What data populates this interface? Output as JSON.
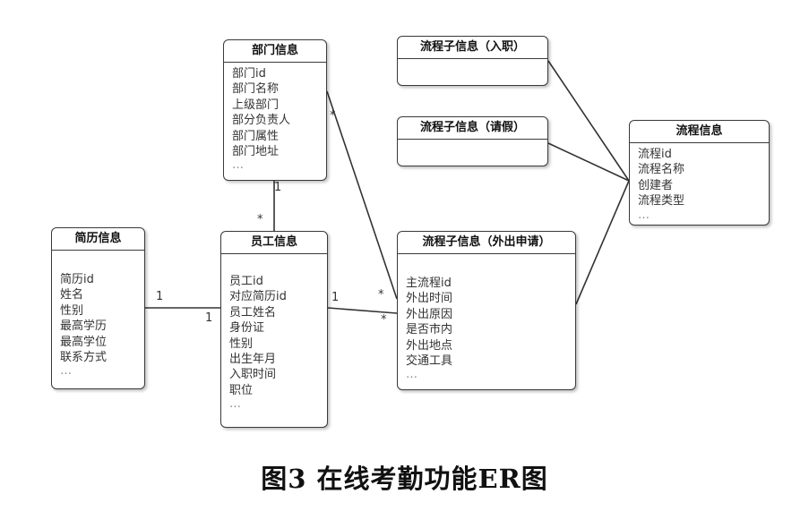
{
  "entities": {
    "dept": {
      "title": "部门信息",
      "attributes": [
        "部门id",
        "部门名称",
        "上级部门",
        "部分负责人",
        "部门属性",
        "部门地址",
        "…"
      ]
    },
    "resume": {
      "title": "简历信息",
      "attributes": [
        "简历id",
        "姓名",
        "性别",
        "最高学历",
        "最高学位",
        "联系方式",
        "…"
      ]
    },
    "employee": {
      "title": "员工信息",
      "attributes": [
        "员工id",
        "对应简历id",
        "员工姓名",
        "身份证",
        "性别",
        "出生年月",
        "入职时间",
        "职位",
        "…"
      ]
    },
    "sub_entry": {
      "title": "流程子信息（入职）",
      "attributes": []
    },
    "sub_leave": {
      "title": "流程子信息（请假）",
      "attributes": []
    },
    "sub_out": {
      "title": "流程子信息（外出申请）",
      "attributes": [
        "主流程id",
        "外出时间",
        "外出原因",
        "是否市内",
        "外出地点",
        "交通工具",
        "…"
      ]
    },
    "process": {
      "title": "流程信息",
      "attributes": [
        "流程id",
        "流程名称",
        "创建者",
        "流程类型",
        "…"
      ]
    }
  },
  "multiplicities": {
    "dept_emp_dept_end": "1",
    "dept_emp_emp_end": "*",
    "resume_emp_resume_end": "1",
    "resume_emp_emp_end": "1",
    "emp_out_emp_end": "1",
    "emp_out_out_end": "*",
    "dept_out_dept_end": "*",
    "dept_out_out_end": "*"
  },
  "caption": "图3  在线考勤功能ER图"
}
